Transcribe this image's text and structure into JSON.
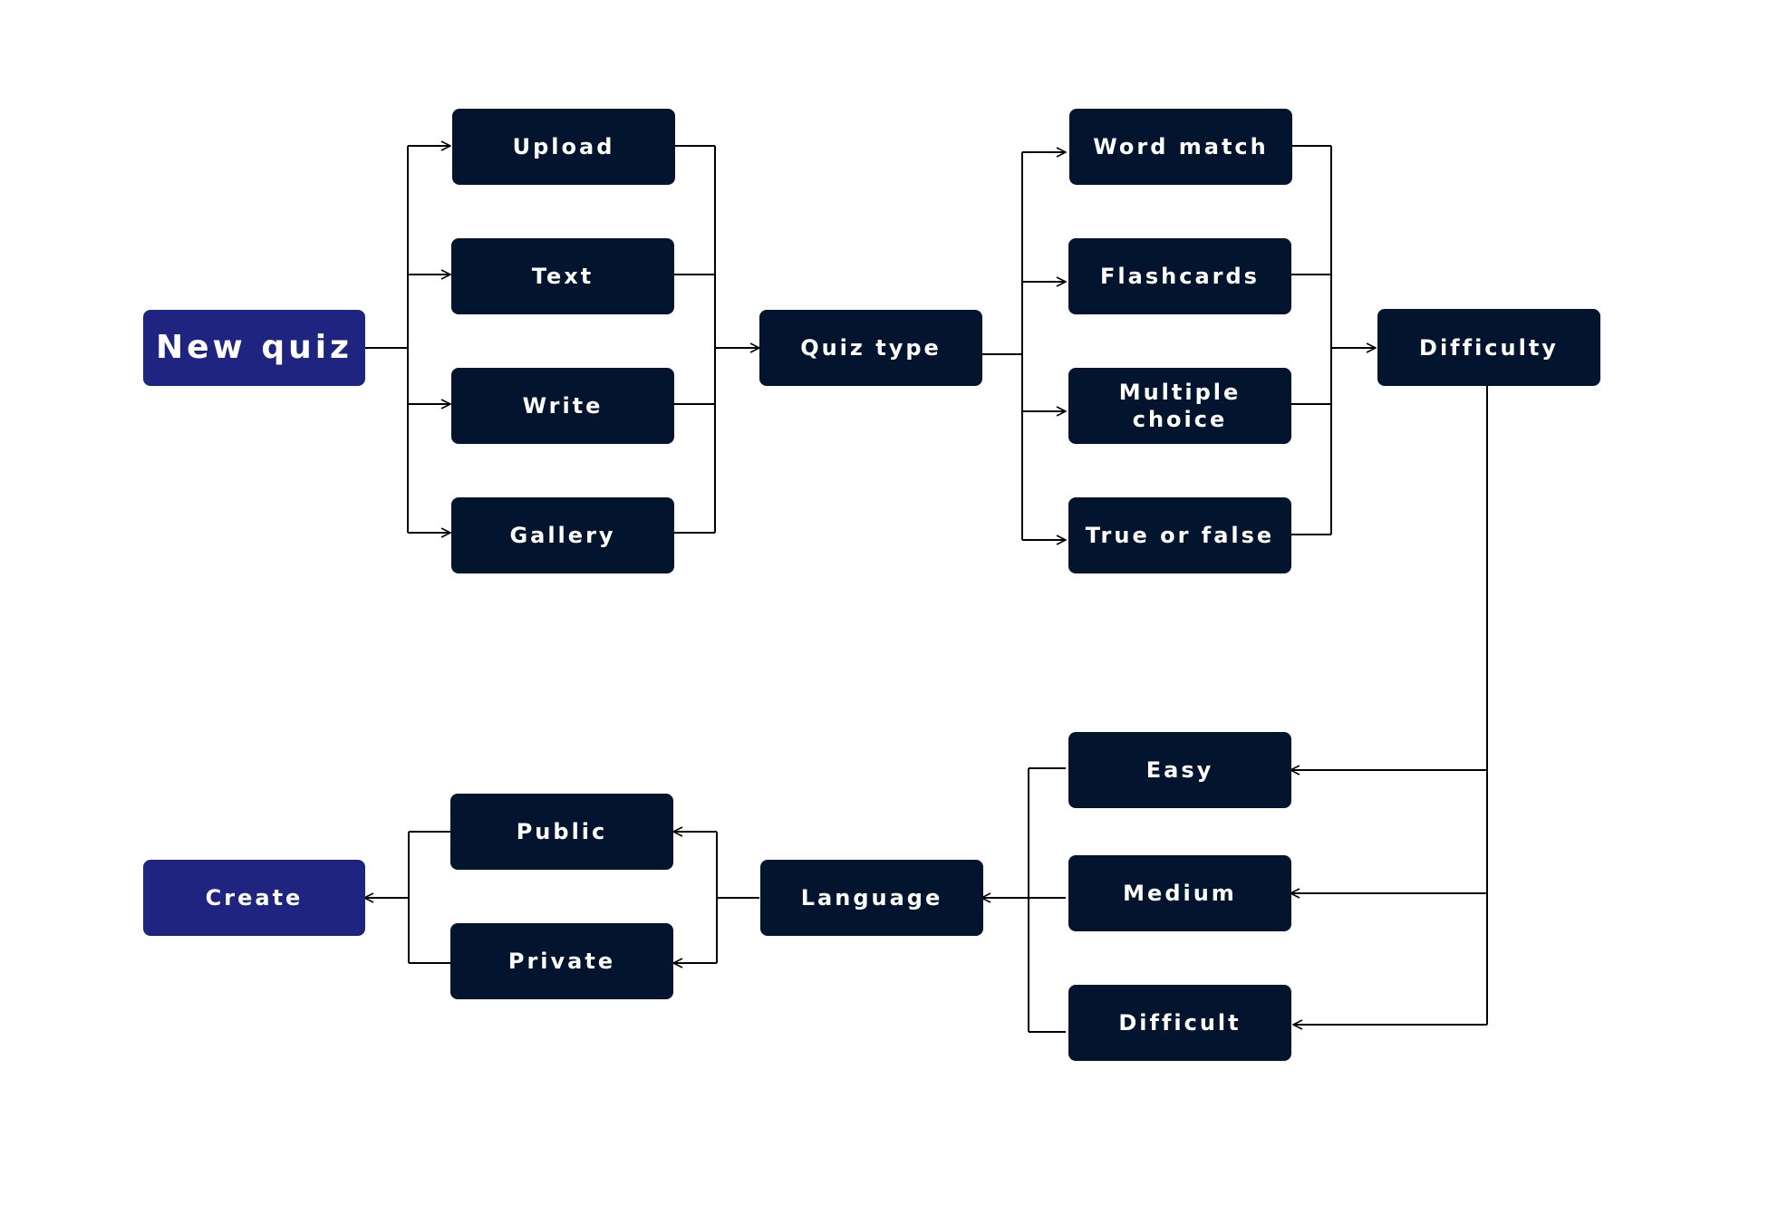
{
  "colors": {
    "node_dark": "#03152e",
    "node_accent": "#1f2480",
    "text": "#ffffff",
    "connector": "#000000",
    "background": "#ffffff"
  },
  "nodes": {
    "new_quiz": "New quiz",
    "upload": "Upload",
    "text": "Text",
    "write": "Write",
    "gallery": "Gallery",
    "quiz_type": "Quiz type",
    "word_match": "Word match",
    "flashcards": "Flashcards",
    "multiple_choice_line1": "Multiple",
    "multiple_choice_line2": "choice",
    "true_or_false": "True or false",
    "difficulty": "Difficulty",
    "easy": "Easy",
    "medium": "Medium",
    "difficult": "Difficult",
    "language": "Language",
    "public": "Public",
    "private": "Private",
    "create": "Create"
  }
}
